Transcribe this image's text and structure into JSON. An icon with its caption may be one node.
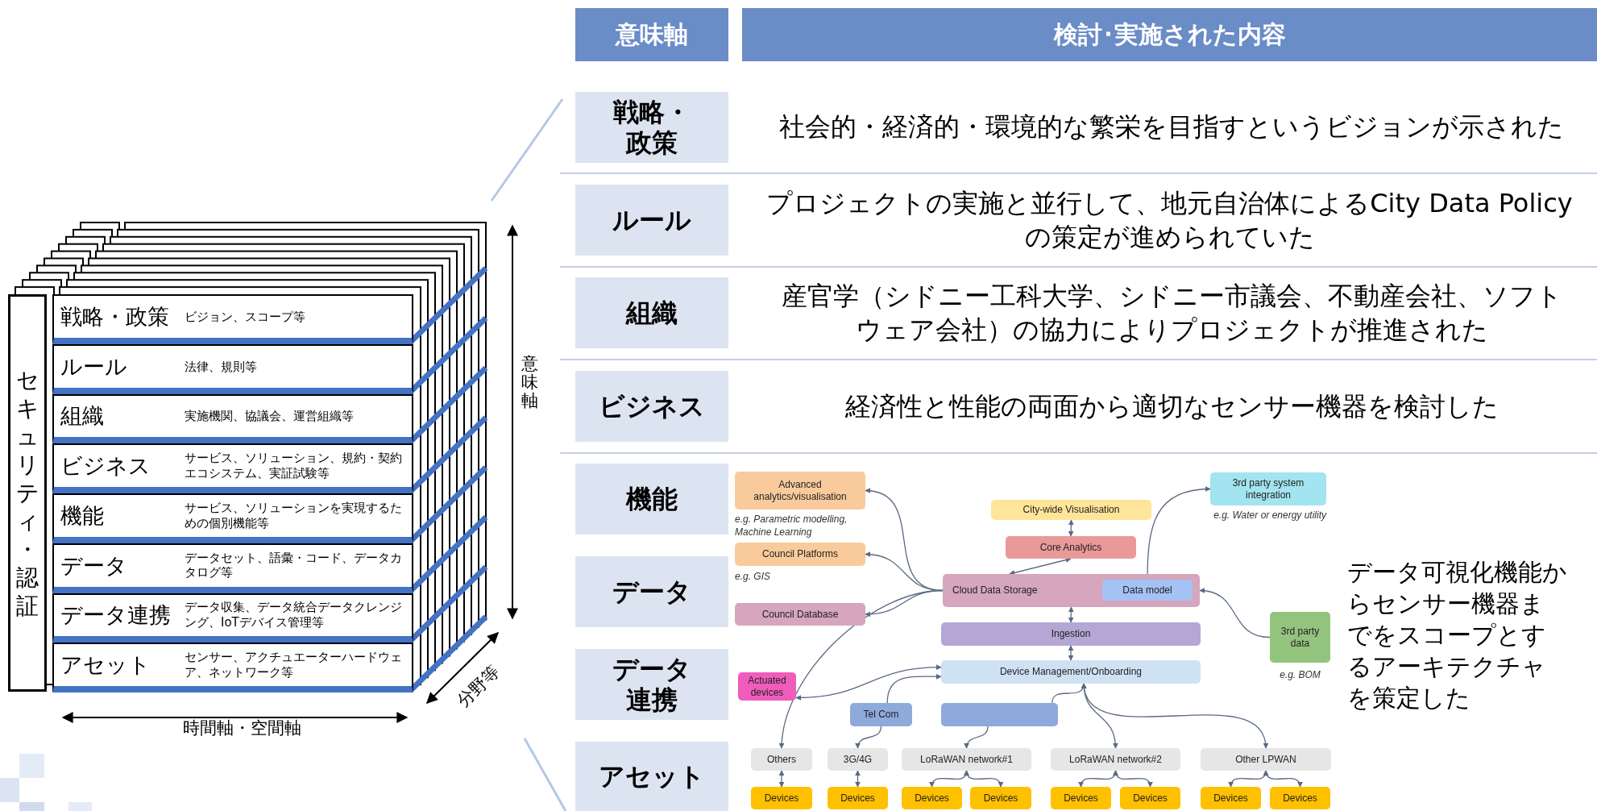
{
  "diagram": {
    "nodes": [
      {
        "text": [
          "セキュリティ・認証"
        ]
      },
      {
        "text": [
          "戦略・政策",
          "ビジョン、スコープ等"
        ]
      },
      {
        "text": [
          "ルール",
          "法律、規則等"
        ]
      },
      {
        "text": [
          "組織",
          "実施機関、協議会、運営組織等"
        ]
      },
      {
        "text": [
          "ビジネス",
          "サービス、ソリューション、規約・契約エコシステム、実証試験等"
        ]
      },
      {
        "text": [
          "機能",
          "サービス、ソリューションを実現するための個別機能等"
        ]
      },
      {
        "text": [
          "データ",
          "データセット、語彙・コード、データカタログ等"
        ]
      },
      {
        "text": [
          "データ連携",
          "データ収集、データ統合データクレンジング、IoTデバイス管理等"
        ]
      },
      {
        "text": [
          "アセット",
          "センサー、アクチュエーターハードウェア、ネットワーク等"
        ]
      },
      {
        "text": [
          "意味軸"
        ]
      },
      {
        "text": [
          "検討･実施された内容"
        ]
      },
      {
        "text": [
          "戦略・政策"
        ]
      },
      {
        "text": [
          "ルール"
        ]
      },
      {
        "text": [
          "組織"
        ]
      },
      {
        "text": [
          "ビジネス"
        ]
      },
      {
        "text": [
          "機能"
        ]
      },
      {
        "text": [
          "データ"
        ]
      },
      {
        "text": [
          "データ連携"
        ]
      },
      {
        "text": [
          "アセット"
        ]
      },
      {
        "text": [
          "Advanced analytics/visualisation"
        ],
        "beside": [
          "e.g. Parametric modelling, Machine Learning"
        ]
      },
      {
        "text": [
          "Council Platforms"
        ],
        "beside": [
          "e.g. GIS"
        ]
      },
      {
        "text": [
          "Council Database"
        ]
      },
      {
        "text": [
          "City-wide Visualisation"
        ]
      },
      {
        "text": [
          "Core Analytics"
        ]
      },
      {
        "text": [
          "Cloud Data Storage"
        ]
      },
      {
        "text": [
          "Data model"
        ],
        "in": 24
      },
      {
        "text": [
          "3rd party system integration"
        ],
        "beside": [
          "e.g. Water or energy utility"
        ]
      },
      {
        "text": [
          "Ingestion"
        ]
      },
      {
        "text": [
          "Device Management/Onboarding"
        ]
      },
      {
        "text": [
          "3rd party data"
        ],
        "beside": [
          "e.g. BOM"
        ]
      },
      {
        "text": [
          "Actuated devices"
        ]
      },
      {
        "text": [
          "Tel Com"
        ]
      },
      {
        "text": [],
        "shape": "box"
      },
      {
        "text": [
          "Others"
        ]
      },
      {
        "text": [
          "3G/4G"
        ]
      },
      {
        "text": [
          "LoRaWAN network#1"
        ]
      },
      {
        "text": [
          "LoRaWAN network#2"
        ]
      },
      {
        "text": [
          "Other LPWAN"
        ]
      },
      {
        "text": [
          "Devices"
        ]
      },
      {
        "text": [
          "Devices"
        ]
      },
      {
        "text": [
          "Devices"
        ]
      },
      {
        "text": [
          "Devices"
        ]
      },
      {
        "text": [
          "Devices"
        ]
      },
      {
        "text": [
          "Devices"
        ]
      },
      {
        "text": [
          "Devices"
        ]
      },
      {
        "text": [
          "Devices"
        ]
      }
    ],
    "edges": [
      {
        "from": 24,
        "to": 19,
        "arrow": "to"
      },
      {
        "from": 24,
        "to": 20,
        "arrow": "to"
      },
      {
        "from": 24,
        "to": 21,
        "arrow": "to"
      },
      {
        "from": 22,
        "to": 23,
        "arrow": "both"
      },
      {
        "from": 23,
        "to": 24,
        "arrow": "both"
      },
      {
        "from": 25,
        "to": 26,
        "arrow": "both"
      },
      {
        "from": 29,
        "to": 24,
        "arrow": "to"
      },
      {
        "from": 24,
        "to": 27,
        "arrow": "both"
      },
      {
        "from": 27,
        "to": 28,
        "arrow": "both"
      },
      {
        "from": 28,
        "to": 30,
        "arrow": "both"
      },
      {
        "from": 31,
        "to": 28,
        "arrow": "to"
      },
      {
        "from": 24,
        "to": 33,
        "arrow": "to"
      },
      {
        "from": 31,
        "to": 34,
        "arrow": "to"
      },
      {
        "from": 32,
        "to": 35,
        "arrow": "to"
      },
      {
        "from": 32,
        "to": 28,
        "arrow": "to"
      },
      {
        "from": 28,
        "to": 36,
        "arrow": "both"
      },
      {
        "from": 28,
        "to": 37,
        "arrow": "both"
      },
      {
        "from": 33,
        "to": 38,
        "arrow": "both"
      },
      {
        "from": 34,
        "to": 39,
        "arrow": "both"
      },
      {
        "from": 35,
        "to": 40,
        "arrow": "both"
      },
      {
        "from": 35,
        "to": 41,
        "arrow": "both"
      },
      {
        "from": 36,
        "to": 42,
        "arrow": "both"
      },
      {
        "from": 36,
        "to": 43,
        "arrow": "both"
      },
      {
        "from": 37,
        "to": 44,
        "arrow": "both"
      },
      {
        "from": 37,
        "to": 45,
        "arrow": "both"
      }
    ],
    "labels": [
      "意味軸",
      "分野等",
      "時間軸・空間軸",
      "社会的・経済的・環境的な繁栄を目指すというビジョンが示された",
      "プロジェクトの実施と並行して、地元自治体によるCity Data Policyの策定が進められていた",
      "産官学（シドニー工科大学、シドニー市議会、不動産会社、ソフトウェア会社）の協力によりプロジェクトが推進された",
      "経済性と性能の両面から適切なセンサー機器を検討した",
      "データ可視化機能からセンサー機器までをスコープとするアーキテクチャを策定した"
    ]
  }
}
